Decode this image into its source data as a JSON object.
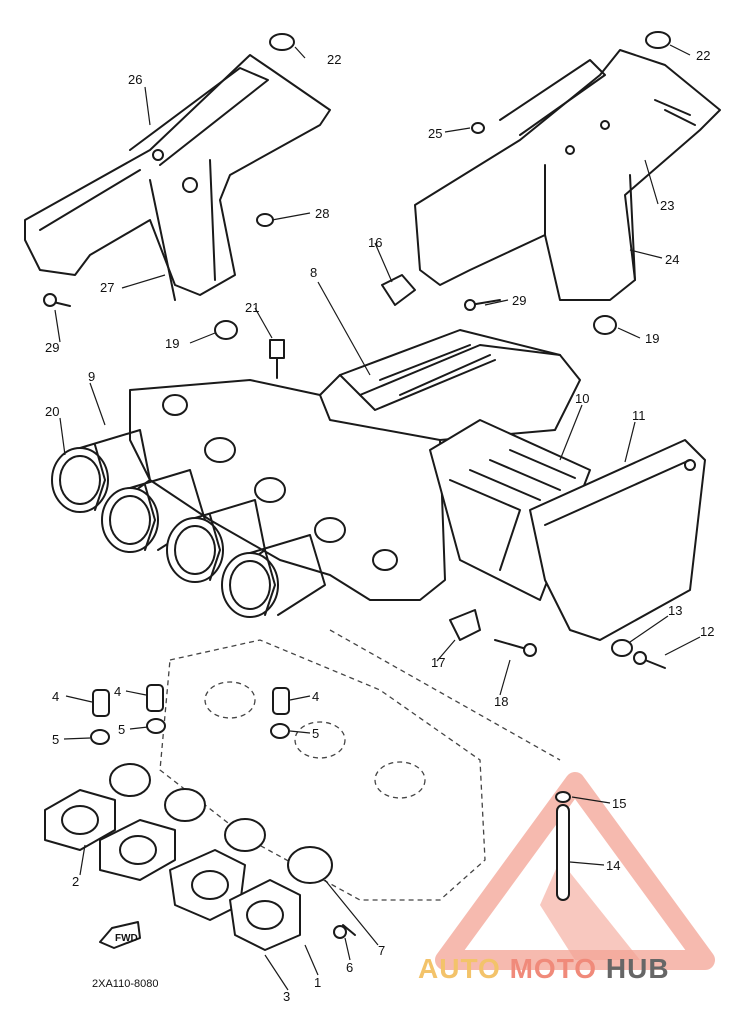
{
  "callouts": {
    "c1": "1",
    "c2": "2",
    "c3": "3",
    "c4a": "4",
    "c4b": "4",
    "c4c": "4",
    "c5a": "5",
    "c5b": "5",
    "c5c": "5",
    "c6": "6",
    "c7": "7",
    "c8": "8",
    "c9": "9",
    "c10": "10",
    "c11": "11",
    "c12": "12",
    "c13": "13",
    "c14": "14",
    "c15": "15",
    "c16": "16",
    "c17": "17",
    "c18": "18",
    "c19a": "19",
    "c19b": "19",
    "c20": "20",
    "c21": "21",
    "c22a": "22",
    "c22b": "22",
    "c23": "23",
    "c24": "24",
    "c25": "25",
    "c26": "26",
    "c27": "27",
    "c28": "28",
    "c29a": "29",
    "c29b": "29"
  },
  "diagram_code": "2XA110-8080",
  "fwd_label": "FWD",
  "watermark": {
    "part1": "AUTO",
    "part2": "MOTO",
    "part3": "HUB",
    "color_main": "#f08a7a",
    "color_accent": "#f3c36a",
    "color_dark": "#555555"
  }
}
